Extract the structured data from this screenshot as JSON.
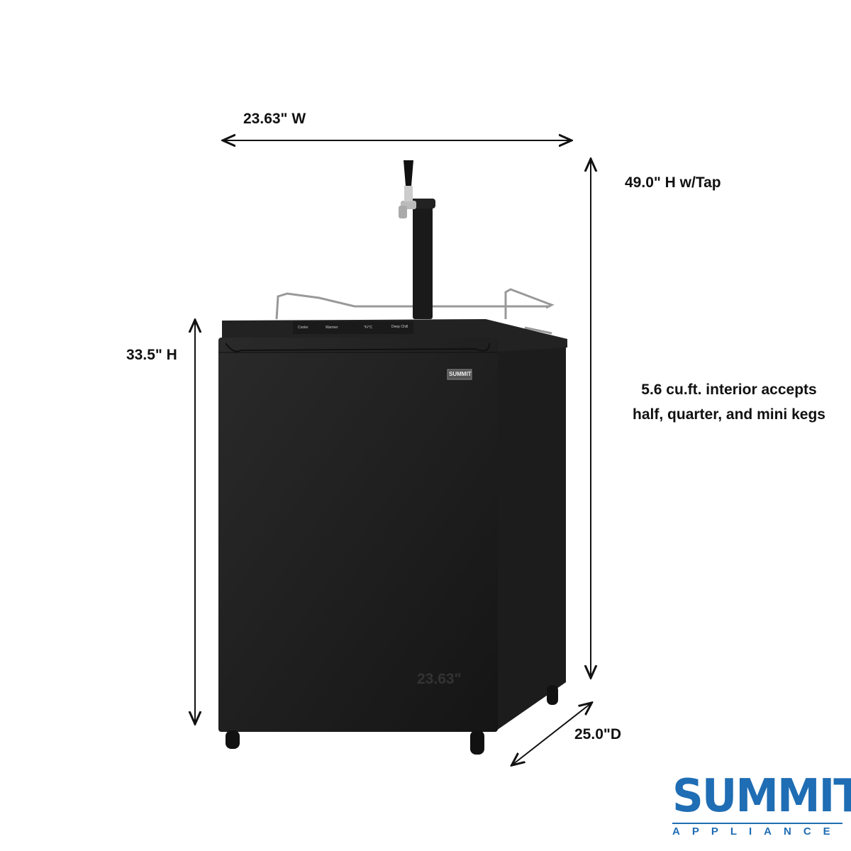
{
  "dimensions": {
    "width": "23.63\" W",
    "height_with_tap": "49.0\" H w/Tap",
    "height": "33.5\" H",
    "depth": "25.0\"D",
    "depth_overlay": "23.63\""
  },
  "description": {
    "line1": "5.6 cu.ft. interior accepts",
    "line2": "half, quarter, and mini kegs"
  },
  "controls": {
    "cooler": "Cooler",
    "warmer": "Warmer",
    "unit": "°F/°C",
    "deep_chill": "Deep Chill"
  },
  "badge": "SUMMIT",
  "logo": {
    "word": "SUMMIT",
    "sub": "APPLIANCE",
    "color": "#1f6db4"
  },
  "colors": {
    "body": "#1b1b1b",
    "text": "#111111"
  }
}
